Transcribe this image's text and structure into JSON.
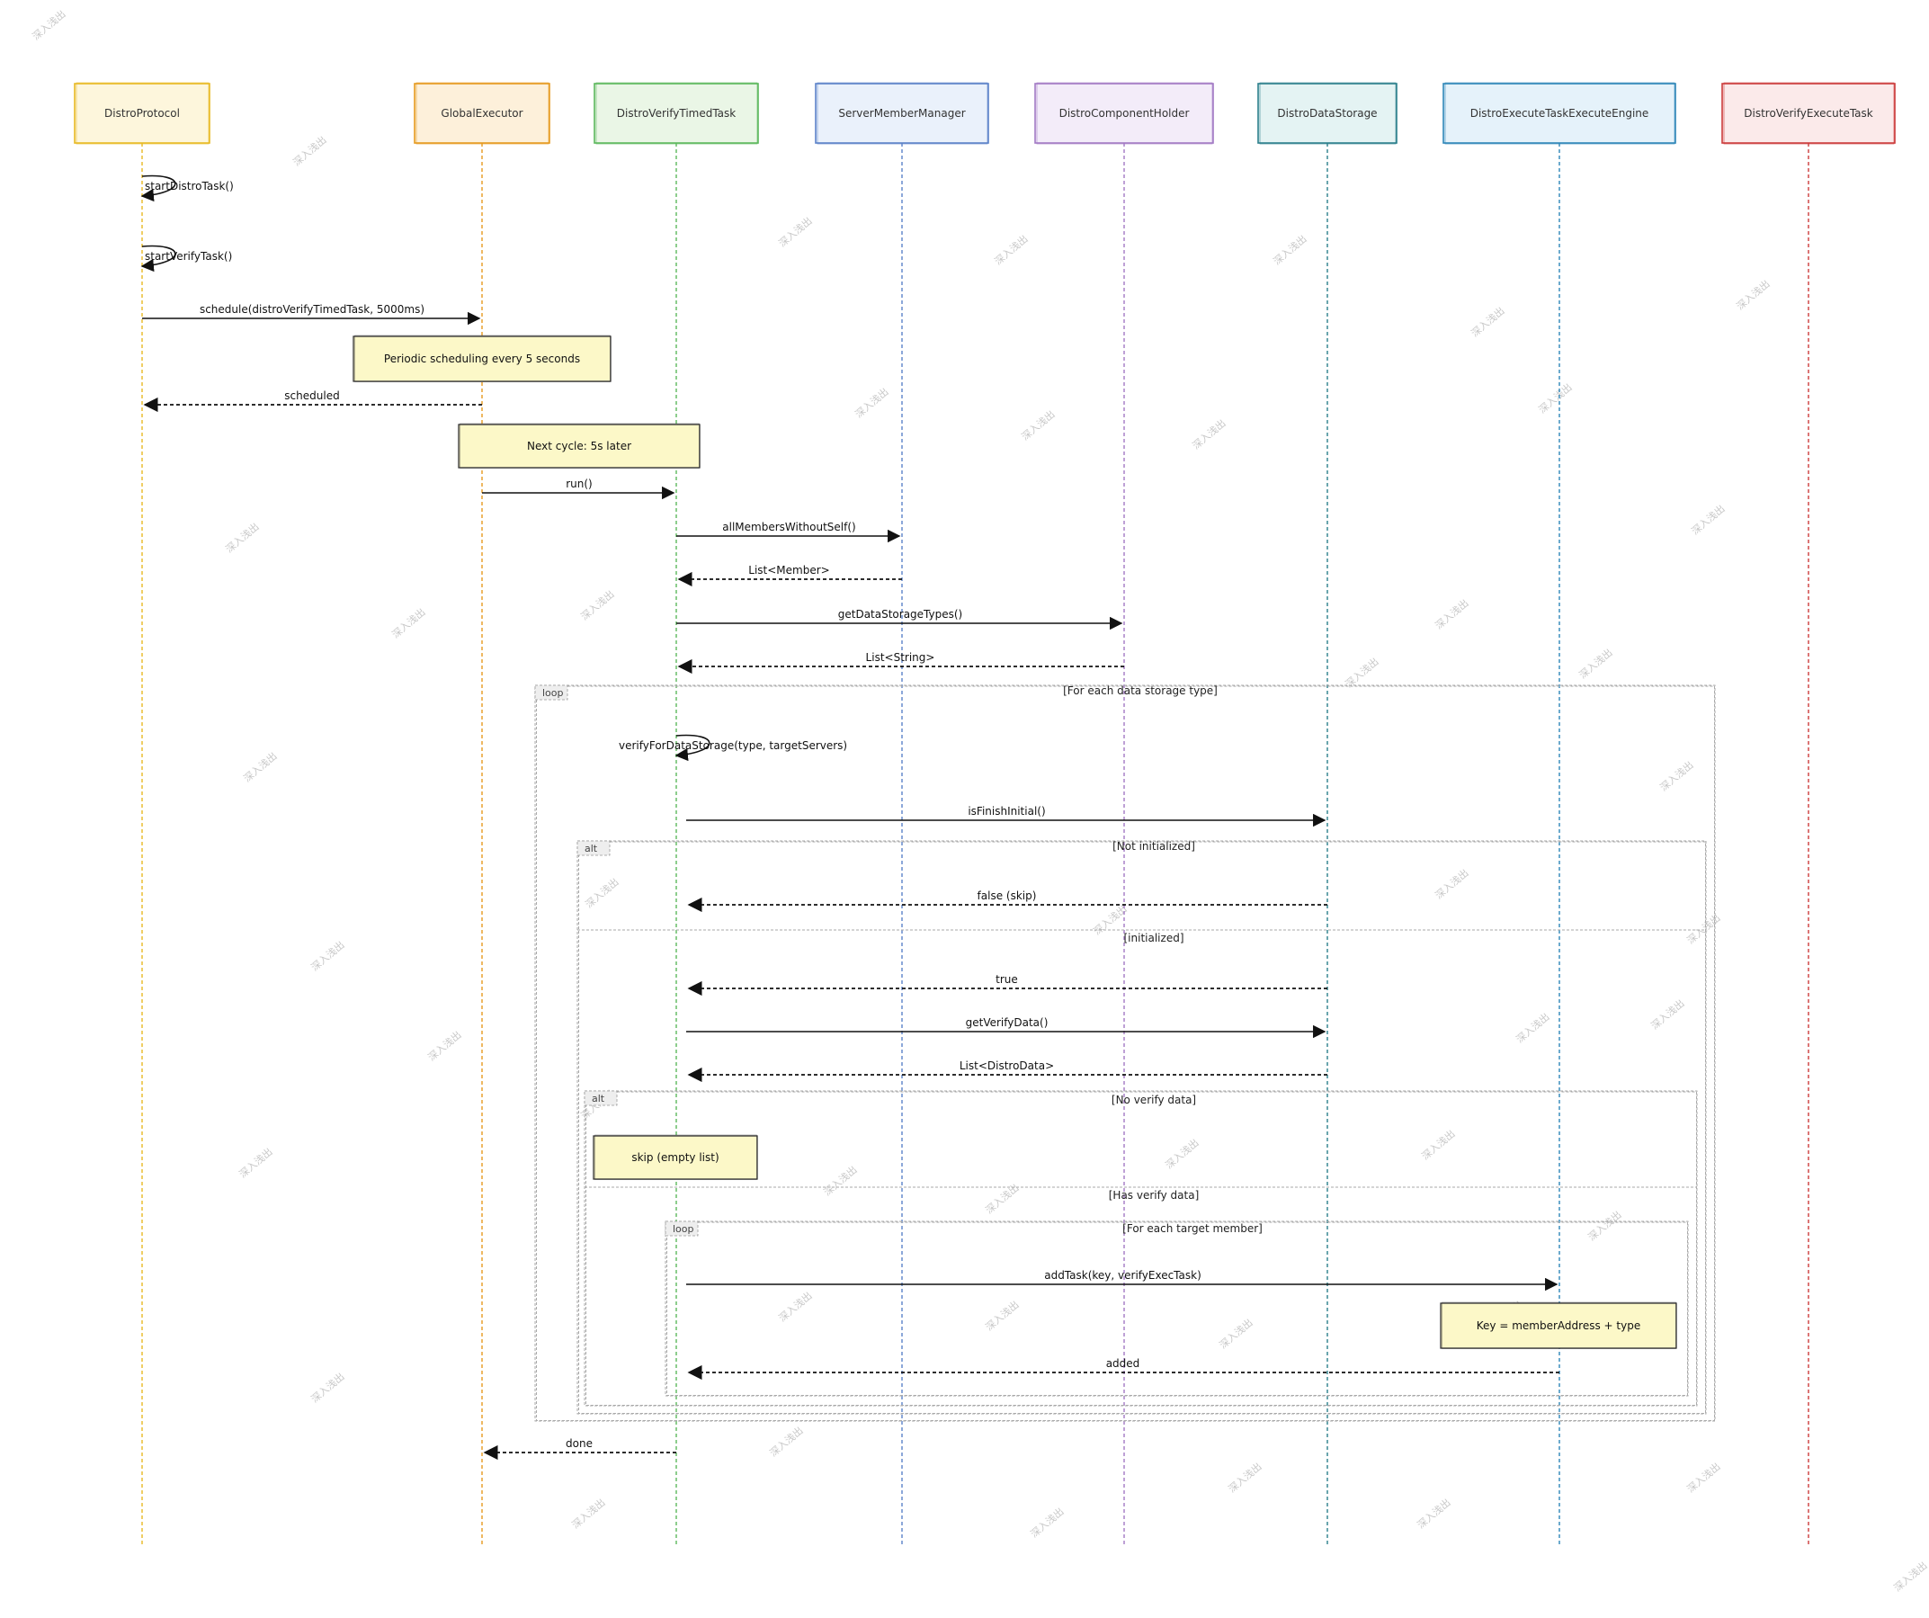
{
  "participants": [
    {
      "id": "dp",
      "label": "DistroProtocol",
      "color": "#e8b923",
      "fill": "#fdf6dc"
    },
    {
      "id": "ge",
      "label": "GlobalExecutor",
      "color": "#e69a1f",
      "fill": "#fdf0da"
    },
    {
      "id": "dvt",
      "label": "DistroVerifyTimedTask",
      "color": "#5cb85c",
      "fill": "#eaf6e6"
    },
    {
      "id": "smm",
      "label": "ServerMemberManager",
      "color": "#5b82c9",
      "fill": "#eaf1fb"
    },
    {
      "id": "dch",
      "label": "DistroComponentHolder",
      "color": "#a279c4",
      "fill": "#f3ecf9"
    },
    {
      "id": "dds",
      "label": "DistroDataStorage",
      "color": "#2b7f8c",
      "fill": "#e4f3f3"
    },
    {
      "id": "dee",
      "label": "DistroExecuteTaskExecuteEngine",
      "color": "#2e86b8",
      "fill": "#e5f2fa"
    },
    {
      "id": "dvet",
      "label": "DistroVerifyExecuteTask",
      "color": "#cc3b3b",
      "fill": "#fbeaea"
    }
  ],
  "messages": [
    {
      "from": "dp",
      "to": "dp",
      "label": "startDistroTask()",
      "dashed": false
    },
    {
      "from": "dp",
      "to": "dp",
      "label": "startVerifyTask()",
      "dashed": false
    },
    {
      "from": "dp",
      "to": "ge",
      "label": "schedule(distroVerifyTimedTask, 5000ms)",
      "dashed": false
    },
    {
      "from": "ge",
      "to": "dp",
      "label": "scheduled",
      "dashed": true
    },
    {
      "from": "ge",
      "to": "dvt",
      "label": "run()",
      "dashed": false
    },
    {
      "from": "dvt",
      "to": "smm",
      "label": "allMembersWithoutSelf()",
      "dashed": false
    },
    {
      "from": "smm",
      "to": "dvt",
      "label": "List<Member>",
      "dashed": true
    },
    {
      "from": "dvt",
      "to": "dch",
      "label": "getDataStorageTypes()",
      "dashed": false
    },
    {
      "from": "dch",
      "to": "dvt",
      "label": "List<String>",
      "dashed": true
    },
    {
      "from": "dvt",
      "to": "dvt",
      "label": "verifyForDataStorage(type, targetServers)",
      "dashed": false
    },
    {
      "from": "dvt",
      "to": "dds",
      "label": "isFinishInitial()",
      "dashed": false
    },
    {
      "from": "dds",
      "to": "dvt",
      "label": "false (skip)",
      "dashed": true
    },
    {
      "from": "dds",
      "to": "dvt",
      "label": "true",
      "dashed": true
    },
    {
      "from": "dvt",
      "to": "dds",
      "label": "getVerifyData()",
      "dashed": false
    },
    {
      "from": "dds",
      "to": "dvt",
      "label": "List<DistroData>",
      "dashed": true
    },
    {
      "from": "dvt",
      "to": "dee",
      "label": "addTask(key, verifyExecTask)",
      "dashed": false
    },
    {
      "from": "dee",
      "to": "dvt",
      "label": "added",
      "dashed": true
    },
    {
      "from": "dvt",
      "to": "ge",
      "label": "done",
      "dashed": true
    }
  ],
  "notes": [
    {
      "text": "Periodic scheduling every 5 seconds"
    },
    {
      "text": "Next cycle: 5s later"
    },
    {
      "text": "skip (empty list)"
    },
    {
      "text": "Key = memberAddress + type"
    }
  ],
  "fragments": [
    {
      "kind": "loop",
      "condition": "[For each data storage type]"
    },
    {
      "kind": "alt",
      "condition": "[Not initialized]",
      "else_condition": "[initialized]"
    },
    {
      "kind": "alt",
      "condition": "[No verify data]",
      "else_condition": "[Has verify data]"
    },
    {
      "kind": "loop",
      "condition": "[For each target member]"
    }
  ],
  "watermark": "深入浅出",
  "colors": {
    "note_fill": "#fcf8c8",
    "note_stroke": "#333333",
    "frame": "#aaaaaa"
  }
}
